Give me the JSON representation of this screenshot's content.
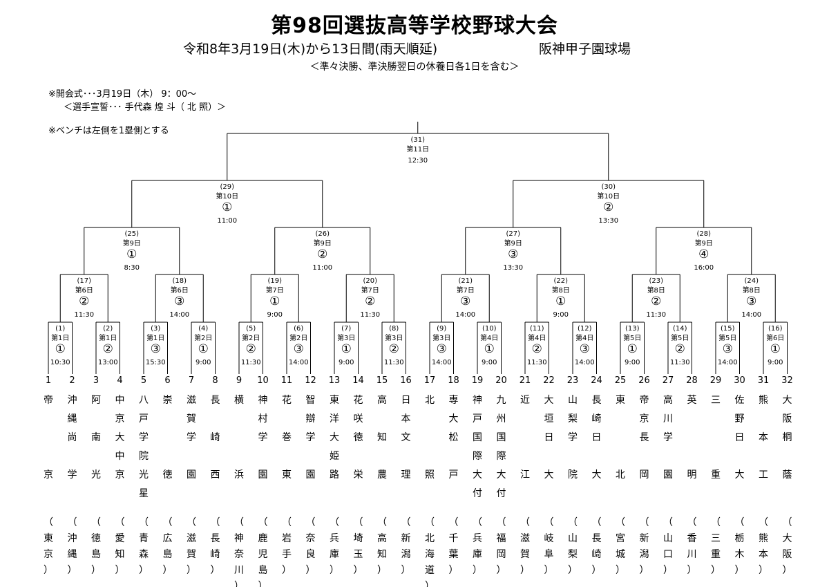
{
  "header": {
    "title": "第98回選抜高等学校野球大会",
    "subtitle": "令和8年3月19日(木)から13日間(雨天順延)",
    "venue": "阪神甲子園球場",
    "subnote": "＜準々決勝、準決勝翌日の休養日各1日を含む＞"
  },
  "notes": {
    "opening": "※開会式･･･3月19日（木） 9：00～",
    "oath": "＜選手宣誓･･･ 手代森 煌 斗（ 北 照）＞",
    "bench": "※ベンチは左側を1塁側とする"
  },
  "teams": [
    {
      "num": "1",
      "school": [
        "帝",
        "",
        "",
        "",
        "京"
      ],
      "pref": [
        "（",
        "東",
        "京",
        "）"
      ]
    },
    {
      "num": "2",
      "school": [
        "沖",
        "縄",
        "尚",
        "",
        "学"
      ],
      "pref": [
        "（",
        "沖",
        "縄",
        "）"
      ]
    },
    {
      "num": "3",
      "school": [
        "阿",
        "",
        "南",
        "",
        "光"
      ],
      "pref": [
        "（",
        "徳",
        "島",
        "）"
      ]
    },
    {
      "num": "4",
      "school": [
        "中",
        "京",
        "大",
        "中",
        "京"
      ],
      "pref": [
        "（",
        "愛",
        "知",
        "）"
      ]
    },
    {
      "num": "5",
      "school": [
        "八",
        "戸",
        "学",
        "院",
        "光",
        "星"
      ],
      "pref": [
        "（",
        "青",
        "森",
        "）"
      ]
    },
    {
      "num": "6",
      "school": [
        "崇",
        "",
        "",
        "",
        "徳"
      ],
      "pref": [
        "（",
        "広",
        "島",
        "）"
      ]
    },
    {
      "num": "7",
      "school": [
        "滋",
        "賀",
        "学",
        "",
        "園"
      ],
      "pref": [
        "（",
        "滋",
        "賀",
        "）"
      ]
    },
    {
      "num": "8",
      "school": [
        "長",
        "",
        "崎",
        "",
        "西"
      ],
      "pref": [
        "（",
        "長",
        "崎",
        "）"
      ]
    },
    {
      "num": "9",
      "school": [
        "横",
        "",
        "",
        "",
        "浜"
      ],
      "pref": [
        "（",
        "神",
        "奈",
        "川",
        "）"
      ]
    },
    {
      "num": "10",
      "school": [
        "神",
        "村",
        "学",
        "",
        "園"
      ],
      "pref": [
        "（",
        "鹿",
        "児",
        "島",
        "）"
      ]
    },
    {
      "num": "11",
      "school": [
        "花",
        "",
        "巻",
        "",
        "東"
      ],
      "pref": [
        "（",
        "岩",
        "手",
        "）"
      ]
    },
    {
      "num": "12",
      "school": [
        "智",
        "辯",
        "学",
        "",
        "園"
      ],
      "pref": [
        "（",
        "奈",
        "良",
        "）"
      ]
    },
    {
      "num": "13",
      "school": [
        "東",
        "洋",
        "大",
        "姫",
        "路"
      ],
      "pref": [
        "（",
        "兵",
        "庫",
        "）"
      ]
    },
    {
      "num": "14",
      "school": [
        "花",
        "咲",
        "徳",
        "",
        "栄"
      ],
      "pref": [
        "（",
        "埼",
        "玉",
        "）"
      ]
    },
    {
      "num": "15",
      "school": [
        "高",
        "",
        "知",
        "",
        "農"
      ],
      "pref": [
        "（",
        "高",
        "知",
        "）"
      ]
    },
    {
      "num": "16",
      "school": [
        "日",
        "本",
        "文",
        "",
        "理"
      ],
      "pref": [
        "（",
        "新",
        "潟",
        "）"
      ]
    },
    {
      "num": "17",
      "school": [
        "北",
        "",
        "",
        "",
        "照"
      ],
      "pref": [
        "（",
        "北",
        "海",
        "道",
        "）"
      ]
    },
    {
      "num": "18",
      "school": [
        "専",
        "大",
        "松",
        "",
        "戸"
      ],
      "pref": [
        "（",
        "千",
        "葉",
        "）"
      ]
    },
    {
      "num": "19",
      "school": [
        "神",
        "戸",
        "国",
        "際",
        "大",
        "付"
      ],
      "pref": [
        "（",
        "兵",
        "庫",
        "）"
      ]
    },
    {
      "num": "20",
      "school": [
        "九",
        "州",
        "国",
        "際",
        "大",
        "付"
      ],
      "pref": [
        "（",
        "福",
        "岡",
        "）"
      ]
    },
    {
      "num": "21",
      "school": [
        "近",
        "",
        "",
        "",
        "江"
      ],
      "pref": [
        "（",
        "滋",
        "賀",
        "）"
      ]
    },
    {
      "num": "22",
      "school": [
        "大",
        "垣",
        "日",
        "",
        "大"
      ],
      "pref": [
        "（",
        "岐",
        "阜",
        "）"
      ]
    },
    {
      "num": "23",
      "school": [
        "山",
        "梨",
        "学",
        "",
        "院"
      ],
      "pref": [
        "（",
        "山",
        "梨",
        "）"
      ]
    },
    {
      "num": "24",
      "school": [
        "長",
        "崎",
        "日",
        "",
        "大"
      ],
      "pref": [
        "（",
        "長",
        "崎",
        "）"
      ]
    },
    {
      "num": "25",
      "school": [
        "東",
        "",
        "",
        "",
        "北"
      ],
      "pref": [
        "（",
        "宮",
        "城",
        "）"
      ]
    },
    {
      "num": "26",
      "school": [
        "帝",
        "京",
        "長",
        "",
        "岡"
      ],
      "pref": [
        "（",
        "新",
        "潟",
        "）"
      ]
    },
    {
      "num": "27",
      "school": [
        "高",
        "川",
        "学",
        "",
        "園"
      ],
      "pref": [
        "（",
        "山",
        "口",
        "）"
      ]
    },
    {
      "num": "28",
      "school": [
        "英",
        "",
        "",
        "",
        "明"
      ],
      "pref": [
        "（",
        "香",
        "川",
        "）"
      ]
    },
    {
      "num": "29",
      "school": [
        "三",
        "",
        "",
        "",
        "重"
      ],
      "pref": [
        "（",
        "三",
        "重",
        "）"
      ]
    },
    {
      "num": "30",
      "school": [
        "佐",
        "野",
        "日",
        "",
        "大"
      ],
      "pref": [
        "（",
        "栃",
        "木",
        "）"
      ]
    },
    {
      "num": "31",
      "school": [
        "熊",
        "",
        "本",
        "",
        "工"
      ],
      "pref": [
        "（",
        "熊",
        "本",
        "）"
      ]
    },
    {
      "num": "32",
      "school": [
        "大",
        "阪",
        "桐",
        "",
        "蔭"
      ],
      "pref": [
        "（",
        "大",
        "阪",
        "）"
      ]
    }
  ],
  "matches": [
    {
      "label": "(1)",
      "day": "第1日",
      "slot": "①",
      "time": "10:30"
    },
    {
      "label": "(2)",
      "day": "第1日",
      "slot": "②",
      "time": "13:00"
    },
    {
      "label": "(3)",
      "day": "第1日",
      "slot": "③",
      "time": "15:30"
    },
    {
      "label": "(4)",
      "day": "第2日",
      "slot": "①",
      "time": "9:00"
    },
    {
      "label": "(5)",
      "day": "第2日",
      "slot": "②",
      "time": "11:30"
    },
    {
      "label": "(6)",
      "day": "第2日",
      "slot": "③",
      "time": "14:00"
    },
    {
      "label": "(7)",
      "day": "第3日",
      "slot": "①",
      "time": "9:00"
    },
    {
      "label": "(8)",
      "day": "第3日",
      "slot": "②",
      "time": "11:30"
    },
    {
      "label": "(9)",
      "day": "第3日",
      "slot": "③",
      "time": "14:00"
    },
    {
      "label": "(10)",
      "day": "第4日",
      "slot": "①",
      "time": "9:00"
    },
    {
      "label": "(11)",
      "day": "第4日",
      "slot": "②",
      "time": "11:30"
    },
    {
      "label": "(12)",
      "day": "第4日",
      "slot": "③",
      "time": "14:00"
    },
    {
      "label": "(13)",
      "day": "第5日",
      "slot": "①",
      "time": "9:00"
    },
    {
      "label": "(14)",
      "day": "第5日",
      "slot": "②",
      "time": "11:30"
    },
    {
      "label": "(15)",
      "day": "第5日",
      "slot": "③",
      "time": "14:00"
    },
    {
      "label": "(16)",
      "day": "第6日",
      "slot": "①",
      "time": "9:00"
    },
    {
      "label": "(17)",
      "day": "第6日",
      "slot": "②",
      "time": "11:30"
    },
    {
      "label": "(18)",
      "day": "第6日",
      "slot": "③",
      "time": "14:00"
    },
    {
      "label": "(19)",
      "day": "第7日",
      "slot": "①",
      "time": "9:00"
    },
    {
      "label": "(20)",
      "day": "第7日",
      "slot": "②",
      "time": "11:30"
    },
    {
      "label": "(21)",
      "day": "第7日",
      "slot": "③",
      "time": "14:00"
    },
    {
      "label": "(22)",
      "day": "第8日",
      "slot": "①",
      "time": "9:00"
    },
    {
      "label": "(23)",
      "day": "第8日",
      "slot": "②",
      "time": "11:30"
    },
    {
      "label": "(24)",
      "day": "第8日",
      "slot": "③",
      "time": "14:00"
    },
    {
      "label": "(25)",
      "day": "第9日",
      "slot": "①",
      "time": "8:30"
    },
    {
      "label": "(26)",
      "day": "第9日",
      "slot": "②",
      "time": "11:00"
    },
    {
      "label": "(27)",
      "day": "第9日",
      "slot": "③",
      "time": "13:30"
    },
    {
      "label": "(28)",
      "day": "第9日",
      "slot": "④",
      "time": "16:00"
    },
    {
      "label": "(29)",
      "day": "第10日",
      "slot": "①",
      "time": "11:00"
    },
    {
      "label": "(30)",
      "day": "第10日",
      "slot": "②",
      "time": "13:30"
    },
    {
      "label": "(31)",
      "day": "第11日",
      "slot": "",
      "time": "12:30"
    }
  ]
}
